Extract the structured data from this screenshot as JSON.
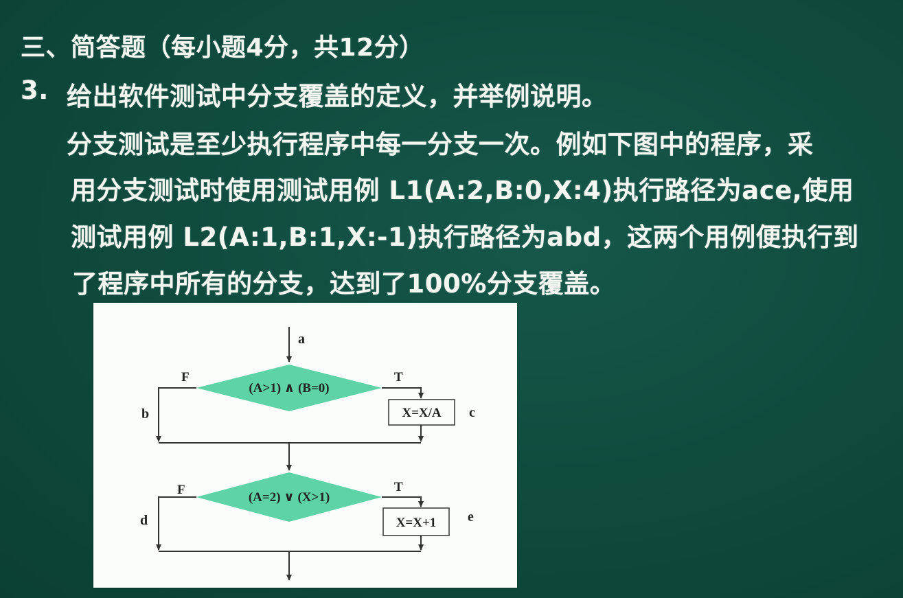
{
  "heading": "三、简答题（每小题4分，共12分）",
  "question": {
    "number": "3.",
    "text": "给出软件测试中分支覆盖的定义，并举例说明。"
  },
  "answer_lines": [
    "分支测试是至少执行程序中每一分支一次。例如下图中的程序，采",
    "用分支测试时使用测试用例 L1(A:2,B:0,X:4)执行路径为ace,使用",
    "测试用例 L2(A:1,B:1,X:-1)执行路径为abd，这两个用例便执行到",
    "了程序中所有的分支，达到了100%分支覆盖。"
  ],
  "flowchart": {
    "label_a": "a",
    "label_b": "b",
    "label_c": "c",
    "label_d": "d",
    "label_e": "e",
    "decision1": "(A>1) ∧ (B=0)",
    "decision1_false": "F",
    "decision1_true": "T",
    "process1": "X=X/A",
    "decision2": "(A=2) ∨ (X>1)",
    "decision2_false": "F",
    "decision2_true": "T",
    "process2": "X=X+1",
    "colors": {
      "diamond_fill": "#5dd3a6",
      "line": "#333333",
      "panel": "#fbfdfb"
    }
  }
}
